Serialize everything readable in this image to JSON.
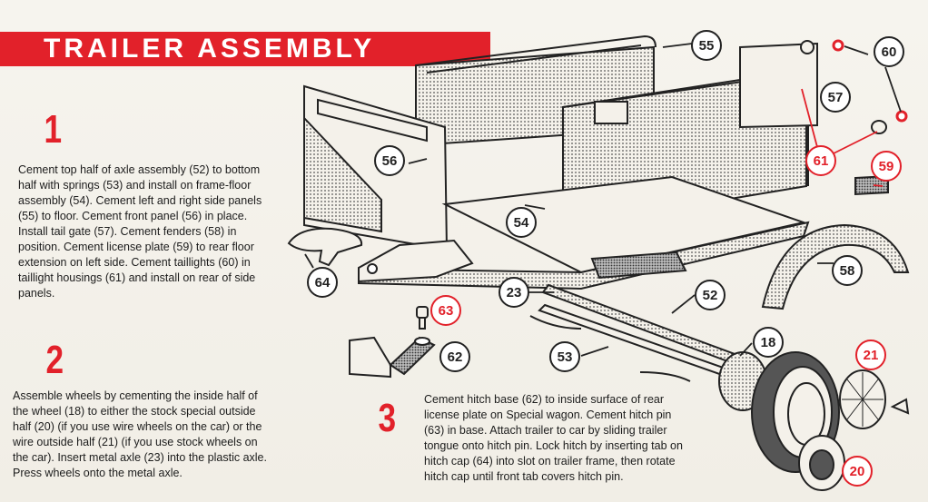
{
  "title": "TRAILER ASSEMBLY",
  "steps": [
    {
      "number": "1",
      "text": "Cement top half of axle assembly (52) to bottom half with springs (53) and install on frame-floor assembly (54). Cement left and right side panels (55) to floor. Cement front panel (56) in place. Install tail gate (57). Cement fenders (58) in position. Cement license plate (59) to rear floor extension on left side. Cement taillights (60) in taillight housings (61) and install on rear of side panels."
    },
    {
      "number": "2",
      "text": "Assemble wheels by cementing the inside half of the wheel (18) to either the stock special outside half (20) (if you use wire wheels on the car) or the wire outside half (21) (if you use stock wheels on the car). Insert metal axle (23) into the plastic axle. Press wheels onto the metal axle."
    },
    {
      "number": "3",
      "text": "Cement hitch base (62) to inside surface of rear license plate on Special wagon. Cement hitch pin (63) in base. Attach trailer to car by sliding trailer tongue onto hitch pin. Lock hitch by inserting tab on hitch cap (64) into slot on trailer frame, then rotate hitch cap until front tab covers hitch pin."
    }
  ],
  "callouts": {
    "c55": "55",
    "c60": "60",
    "c57": "57",
    "c56": "56",
    "c61": "61",
    "c59": "59",
    "c54": "54",
    "c64": "64",
    "c58": "58",
    "c23": "23",
    "c52": "52",
    "c63": "63",
    "c62": "62",
    "c53": "53",
    "c18": "18",
    "c21": "21",
    "c20": "20"
  },
  "colors": {
    "accent": "#e2212a",
    "ink": "#1c1c1c"
  }
}
